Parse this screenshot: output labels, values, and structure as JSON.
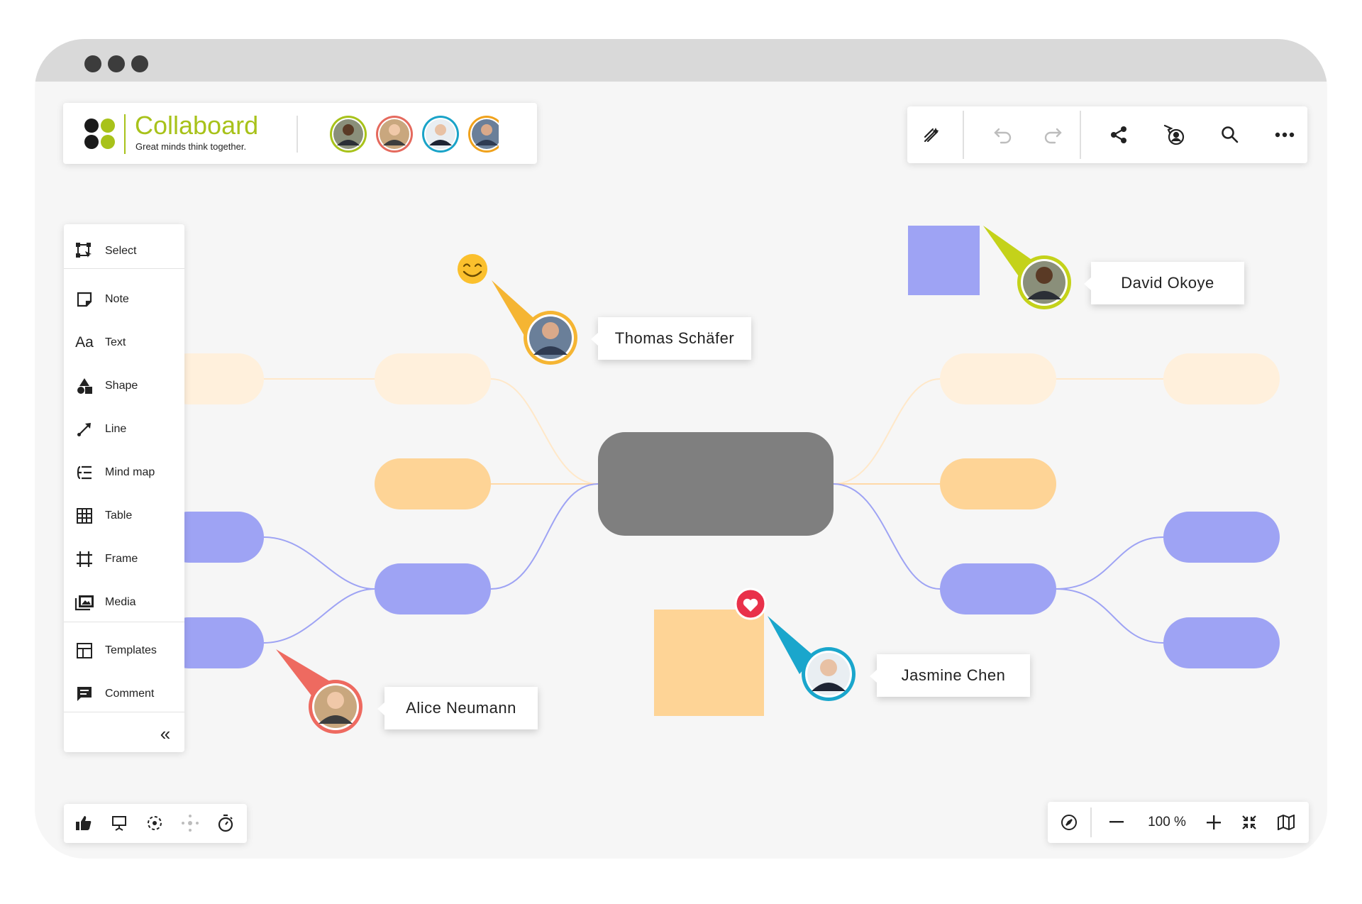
{
  "brand": {
    "name": "Collaboard",
    "tagline": "Great minds think together.",
    "name_color": "#a8c21a",
    "logo_dot_colors": [
      "#1a1a1a",
      "#a8c21a",
      "#1a1a1a",
      "#a8c21a"
    ]
  },
  "header_avatars": [
    {
      "name": "David Okoye",
      "ring": "#a8c21a"
    },
    {
      "name": "Alice Neumann",
      "ring": "#e56a5e"
    },
    {
      "name": "Jasmine Chen",
      "ring": "#1aa3c8"
    },
    {
      "name": "Thomas Schäfer",
      "ring": "#f0a21c"
    }
  ],
  "top_toolbar": {
    "icons": [
      "pen-sparkle-icon",
      "undo-icon",
      "redo-icon",
      "share-icon",
      "presenter-follow-icon",
      "search-icon",
      "more-icon"
    ]
  },
  "left_toolbar": {
    "items": [
      {
        "label": "Select",
        "icon": "select-icon"
      },
      {
        "label": "Note",
        "icon": "note-icon"
      },
      {
        "label": "Text",
        "icon": "text-icon",
        "glyph": "Aa"
      },
      {
        "label": "Shape",
        "icon": "shape-icon"
      },
      {
        "label": "Line",
        "icon": "line-icon"
      },
      {
        "label": "Mind map",
        "icon": "mind-map-icon"
      },
      {
        "label": "Table",
        "icon": "table-icon"
      },
      {
        "label": "Frame",
        "icon": "frame-icon"
      },
      {
        "label": "Media",
        "icon": "media-icon"
      },
      {
        "label": "Templates",
        "icon": "templates-icon"
      },
      {
        "label": "Comment",
        "icon": "comment-icon"
      }
    ],
    "collapse_glyph": "«"
  },
  "bottom_left_toolbar": {
    "icons": [
      "thumbs-up-icon",
      "presentation-icon",
      "focus-icon",
      "spread-icon",
      "timer-icon"
    ]
  },
  "bottom_right_toolbar": {
    "zoom": "100 %",
    "icons": [
      "compass-icon",
      "zoom-out-icon",
      "zoom-in-icon",
      "fit-screen-icon",
      "map-icon"
    ]
  },
  "collaborators": [
    {
      "name": "Thomas Schäfer",
      "color": "#f5b533",
      "reaction": "smile-emoji-icon"
    },
    {
      "name": "David Okoye",
      "color": "#c4d21a"
    },
    {
      "name": "Alice Neumann",
      "color": "#ee6a60"
    },
    {
      "name": "Jasmine Chen",
      "color": "#1aa6cc",
      "reaction": "heart-icon"
    }
  ],
  "mindmap_colors": {
    "center": "#7f7f7f",
    "orange": "#fed496",
    "orange_faded": "#fff0dc",
    "purple": "#9ea3f4",
    "sticky_note": "#fed496"
  }
}
